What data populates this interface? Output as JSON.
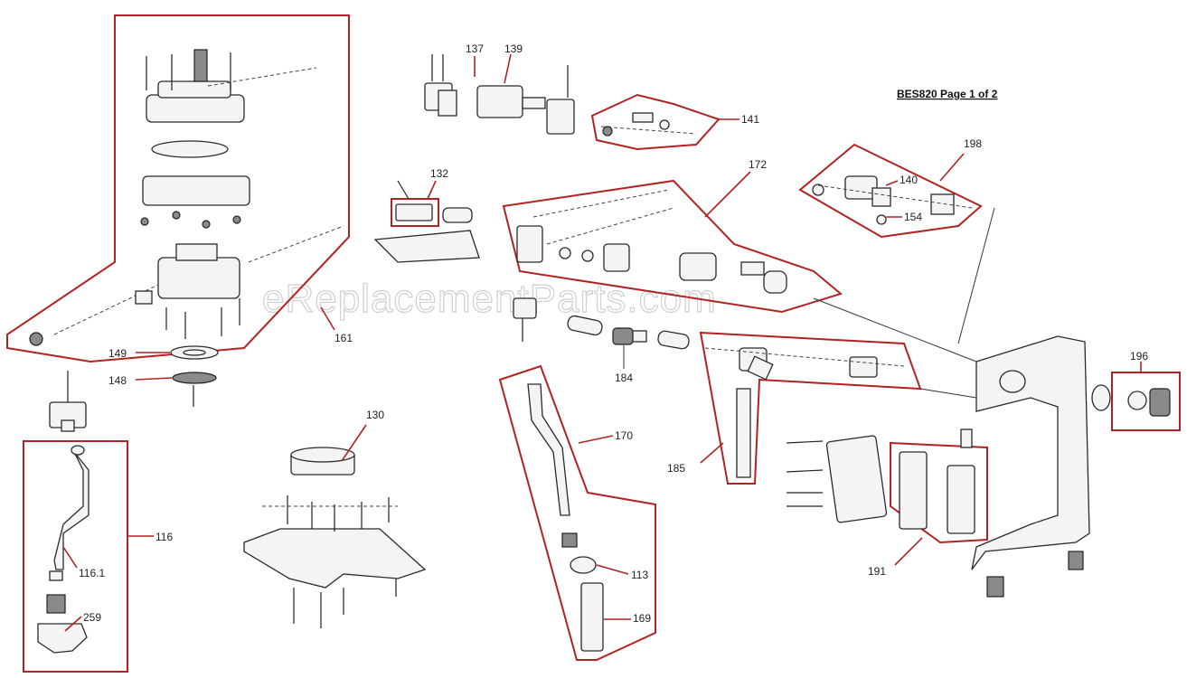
{
  "page_title": "BES820 Page 1 of 2",
  "watermark": "eReplacementParts.com",
  "labels": {
    "p137": "137",
    "p139": "139",
    "p141": "141",
    "p132": "132",
    "p172": "172",
    "p198": "198",
    "p140": "140",
    "p154": "154",
    "p161": "161",
    "p149": "149",
    "p148": "148",
    "p184": "184",
    "p185": "185",
    "p196": "196",
    "p130": "130",
    "p170": "170",
    "p116": "116",
    "p116_1": "116.1",
    "p259": "259",
    "p113": "113",
    "p169": "169",
    "p191": "191"
  },
  "colors": {
    "callout": "#b22222",
    "line": "#222222",
    "background": "#ffffff"
  }
}
